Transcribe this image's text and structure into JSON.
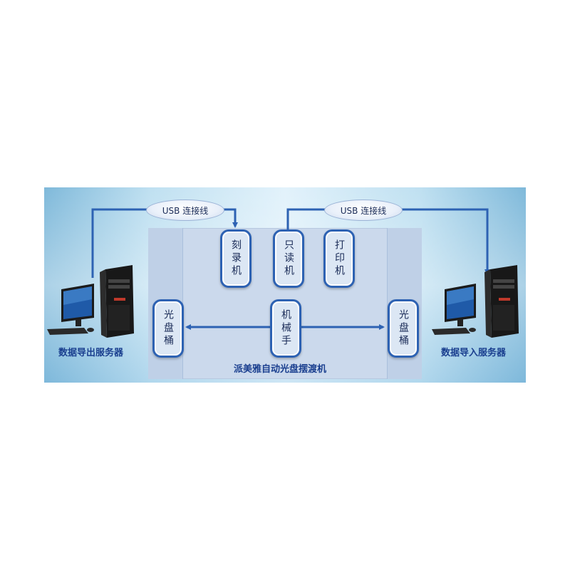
{
  "usb_left": "USB 连接线",
  "usb_right": "USB 连接线",
  "modules": {
    "burner": "刻录机",
    "reader": "只读机",
    "printer": "打印机",
    "bin_left": "光盘桶",
    "robot": "机械手",
    "bin_right": "光盘桶"
  },
  "machine_label": "派美雅自动光盘摆渡机",
  "server_left_label": "数据导出服务器",
  "server_right_label": "数据导入服务器",
  "colors": {
    "line": "#2d62b3",
    "box_border": "#2d62b3",
    "label_text": "#1a3f8f"
  },
  "icons": {
    "computer_left": "desktop-computer-icon",
    "computer_right": "desktop-computer-icon"
  }
}
